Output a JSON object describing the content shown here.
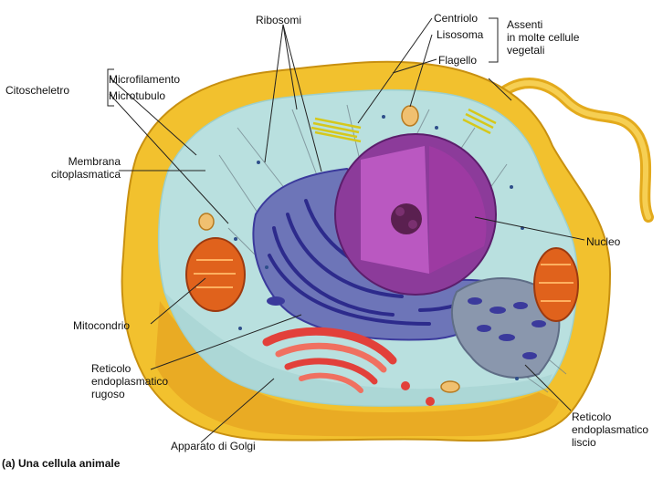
{
  "labels": {
    "ribosomi": "Ribosomi",
    "centriolo": "Centriolo",
    "lisosoma": "Lisosoma",
    "flagello": "Flagello",
    "assenti": "Assenti\nin molte cellule\nvegetali",
    "citoscheletro": "Citoscheletro",
    "microfilamento": "Microfilamento",
    "microtubulo": "Microtubulo",
    "membrana": "Membrana\ncitoplasmatica",
    "nucleo": "Nucleo",
    "mitocondrio": "Mitocondrio",
    "rer": "Reticolo\nendoplasmatico\nrugoso",
    "golgi": "Apparato di Golgi",
    "ser": "Reticolo\nendoplasmatico\nliscio"
  },
  "caption": "(a) Una cellula animale",
  "colors": {
    "membrane": "#f2c12e",
    "cytoplasm": "#b9e0df",
    "nucleus": "#a02fa0",
    "er": "#3b3a9c",
    "golgi": "#e2403a",
    "mitochondria": "#e0621c"
  }
}
